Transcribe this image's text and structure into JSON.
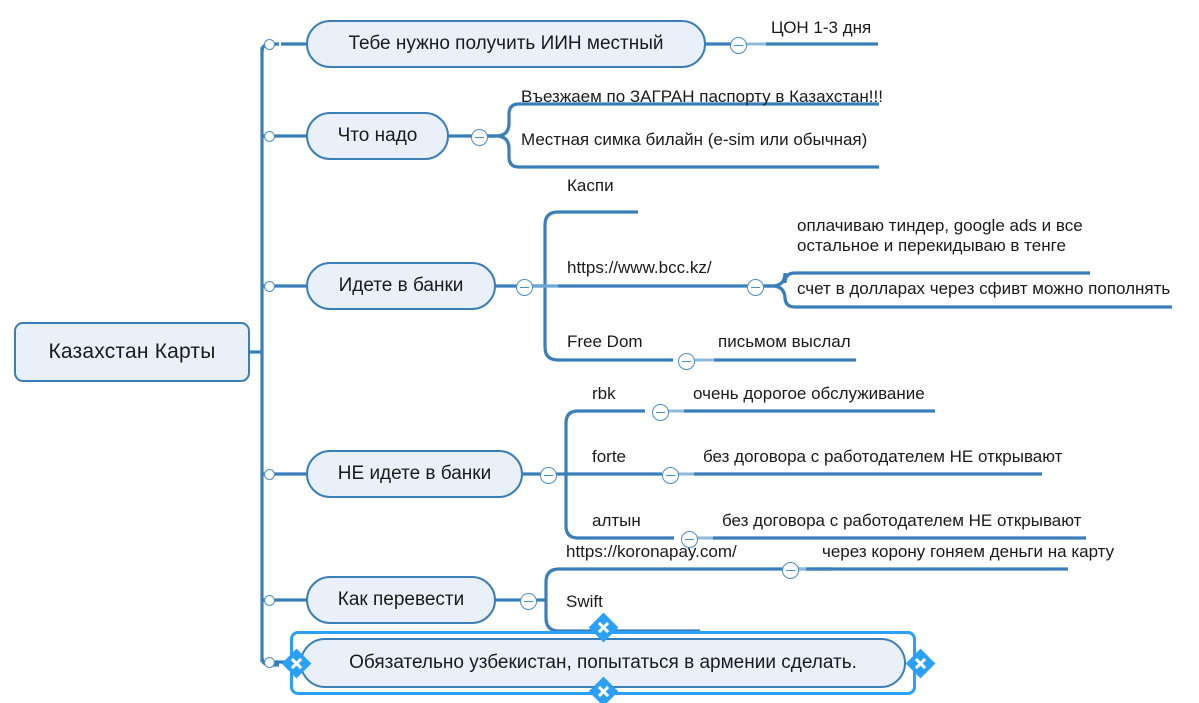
{
  "theme": {
    "node_fill": "#e9f0f9",
    "node_border": "#3a7fba",
    "line_color": "#3a7fba",
    "line_color_light": "#6fa8d4",
    "selection_color": "#2aa0f7",
    "text_color": "#1a1a1a",
    "background": "#ffffff"
  },
  "root": {
    "label": "Казахстан Карты"
  },
  "branches": [
    {
      "id": "iin",
      "label": "Тебе нужно получить ИИН местный",
      "collapse_icon": "minus-icon",
      "children": [
        {
          "label": "ЦОН 1-3 дня"
        }
      ]
    },
    {
      "id": "chto-nado",
      "label": "Что надо",
      "collapse_icon": "minus-icon",
      "children": [
        {
          "label": "Въезжаем по ЗАГРАН паспорту в Казахстан!!!"
        },
        {
          "label": "Местная симка билайн (e-sim или обычная)"
        }
      ]
    },
    {
      "id": "idete-v-banki",
      "label": "Идете в банки",
      "collapse_icon": "minus-icon",
      "children": [
        {
          "label": "Каспи"
        },
        {
          "label": "https://www.bcc.kz/",
          "collapse_icon": "minus-icon",
          "children": [
            {
              "label": "оплачиваю тиндер, google ads и все\nостальное и перекидываю в тенге"
            },
            {
              "label": "счет в долларах через сфивт можно пополнять"
            }
          ]
        },
        {
          "label": "Free Dom",
          "collapse_icon": "minus-icon",
          "children": [
            {
              "label": "письмом выслал"
            }
          ]
        }
      ]
    },
    {
      "id": "ne-idete-v-banki",
      "label": "НЕ идете в банки",
      "collapse_icon": "minus-icon",
      "children": [
        {
          "label": "rbk",
          "collapse_icon": "minus-icon",
          "children": [
            {
              "label": "очень дорогое обслуживание"
            }
          ]
        },
        {
          "label": "forte",
          "collapse_icon": "minus-icon",
          "children": [
            {
              "label": "без договора с работодателем НЕ открывают"
            }
          ]
        },
        {
          "label": "алтын",
          "collapse_icon": "minus-icon",
          "children": [
            {
              "label": "без договора с работодателем НЕ открывают"
            }
          ]
        }
      ]
    },
    {
      "id": "kak-perevesti",
      "label": "Как перевести",
      "collapse_icon": "minus-icon",
      "children": [
        {
          "label": "https://koronapay.com/",
          "collapse_icon": "minus-icon",
          "children": [
            {
              "label": "через корону гоняем деньги на карту"
            }
          ]
        },
        {
          "label": "Swift"
        }
      ]
    },
    {
      "id": "uzbekistan",
      "label": "Обязательно узбекистан, попытаться в армении сделать.",
      "selected": true,
      "handles": [
        "left-add-handle",
        "right-add-handle",
        "top-add-handle",
        "bottom-add-handle"
      ]
    }
  ]
}
